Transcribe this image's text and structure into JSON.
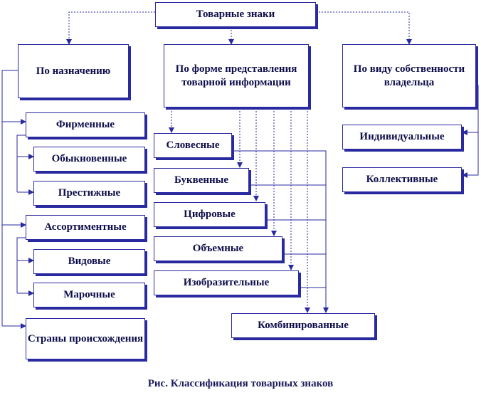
{
  "root": "Товарные знаки",
  "groups": {
    "purpose": {
      "title": "По назначению",
      "items": [
        "Фирменные",
        "Обыкновенные",
        "Престижные",
        "Ассортиментные",
        "Видовые",
        "Марочные",
        "Страны происхождения"
      ]
    },
    "form": {
      "title": "По форме представления товарной информации",
      "items": [
        "Словесные",
        "Буквенные",
        "Цифровые",
        "Объемные",
        "Изобразительные"
      ],
      "combined": "Комбинированные"
    },
    "ownership": {
      "title": "По виду собственности владельца",
      "items": [
        "Индивидуальные",
        "Коллективные"
      ]
    }
  },
  "caption": "Рис. Классификация товарных знаков",
  "colors": {
    "line": "#2a2aa0",
    "text": "#0d0d4a"
  }
}
